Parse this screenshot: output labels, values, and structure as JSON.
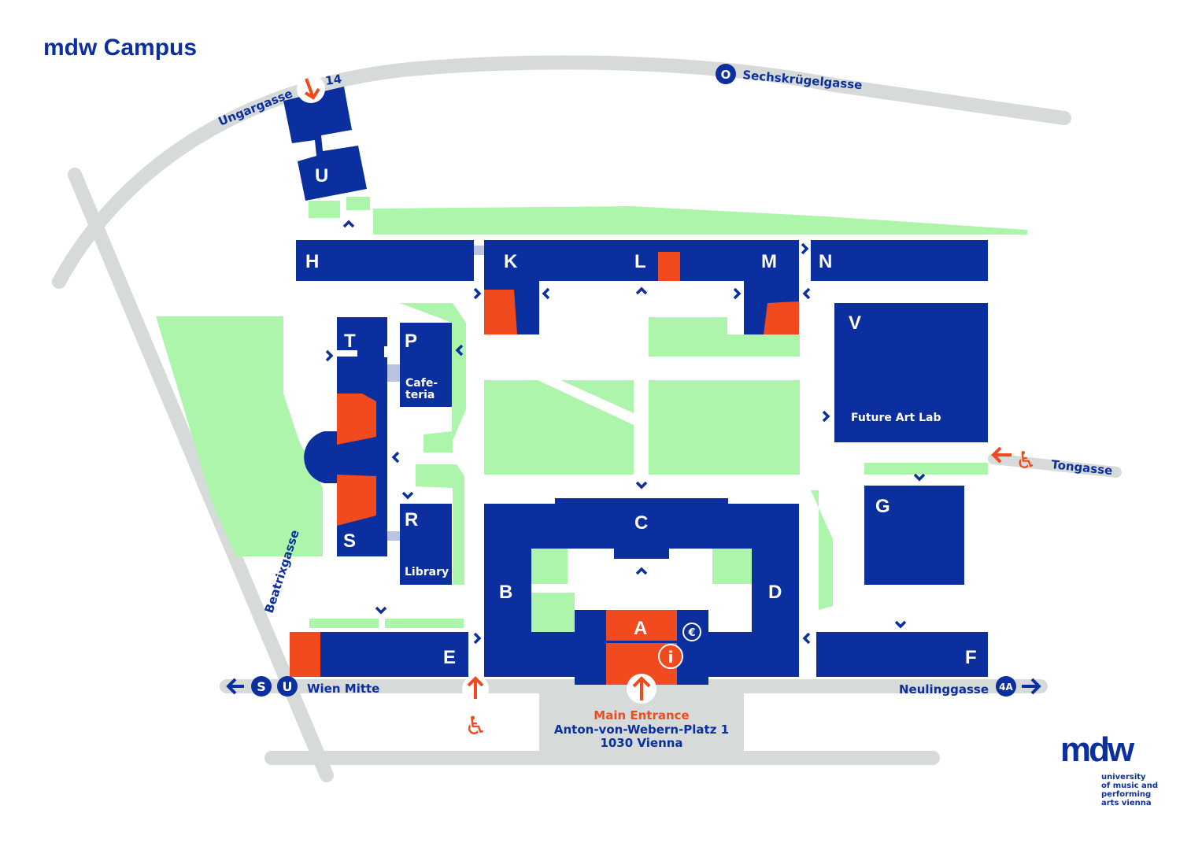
{
  "title": "mdw Campus",
  "colors": {
    "building": "#0b2f9f",
    "highlight": "#f04a1e",
    "green": "#aef5ac",
    "road": "#d6dbd9"
  },
  "streets": {
    "ungargasse": "Ungargasse",
    "ungargasse_number": "14",
    "sechskruegelgasse": "Sechskrügelgasse",
    "sechskruegelgasse_line": "O",
    "tongasse": "Tongasse",
    "beatrixgasse": "Beatrixgasse",
    "wien_mitte": "Wien Mitte",
    "wien_mitte_s": "S",
    "wien_mitte_u": "U",
    "neulinggasse": "Neulinggasse",
    "bus": "4A"
  },
  "buildings": {
    "U": "U",
    "H": "H",
    "K": "K",
    "L": "L",
    "M": "M",
    "N": "N",
    "V": "V",
    "V_sub": "Future Art Lab",
    "T": "T",
    "P": "P",
    "P_sub1": "Cafe-",
    "P_sub2": "teria",
    "S": "S",
    "R": "R",
    "R_sub": "Library",
    "C": "C",
    "B": "B",
    "D": "D",
    "A": "A",
    "E": "E",
    "F": "F",
    "G": "G"
  },
  "entrance": {
    "label": "Main Entrance",
    "address1": "Anton-von-Webern-Platz 1",
    "address2": "1030 Vienna"
  },
  "icons": {
    "euro": "€",
    "info": "i"
  },
  "logo": {
    "mark": "mdw",
    "line1": "university",
    "line2": "of music and",
    "line3": "performing",
    "line4": "arts vienna"
  }
}
